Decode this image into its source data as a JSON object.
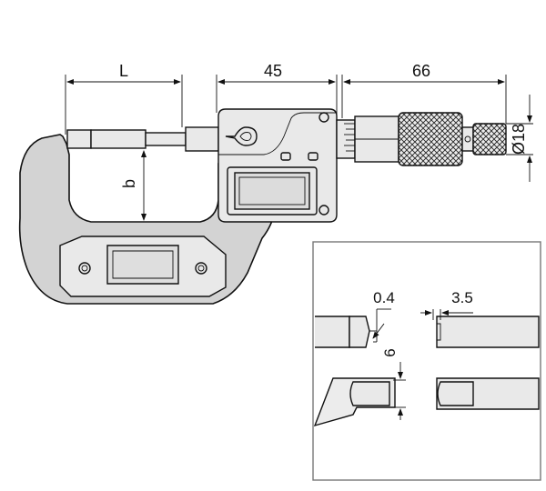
{
  "dimensions": {
    "L": "L",
    "d45": "45",
    "d66": "66",
    "b": "b",
    "dia18": "Ø18"
  },
  "detail": {
    "d04": "0.4",
    "d35": "3.5",
    "d6": "6"
  },
  "colors": {
    "body": "#d3d3d3",
    "parts": "#e9e9e9",
    "detail_border": "#777777",
    "line": "#111111"
  }
}
